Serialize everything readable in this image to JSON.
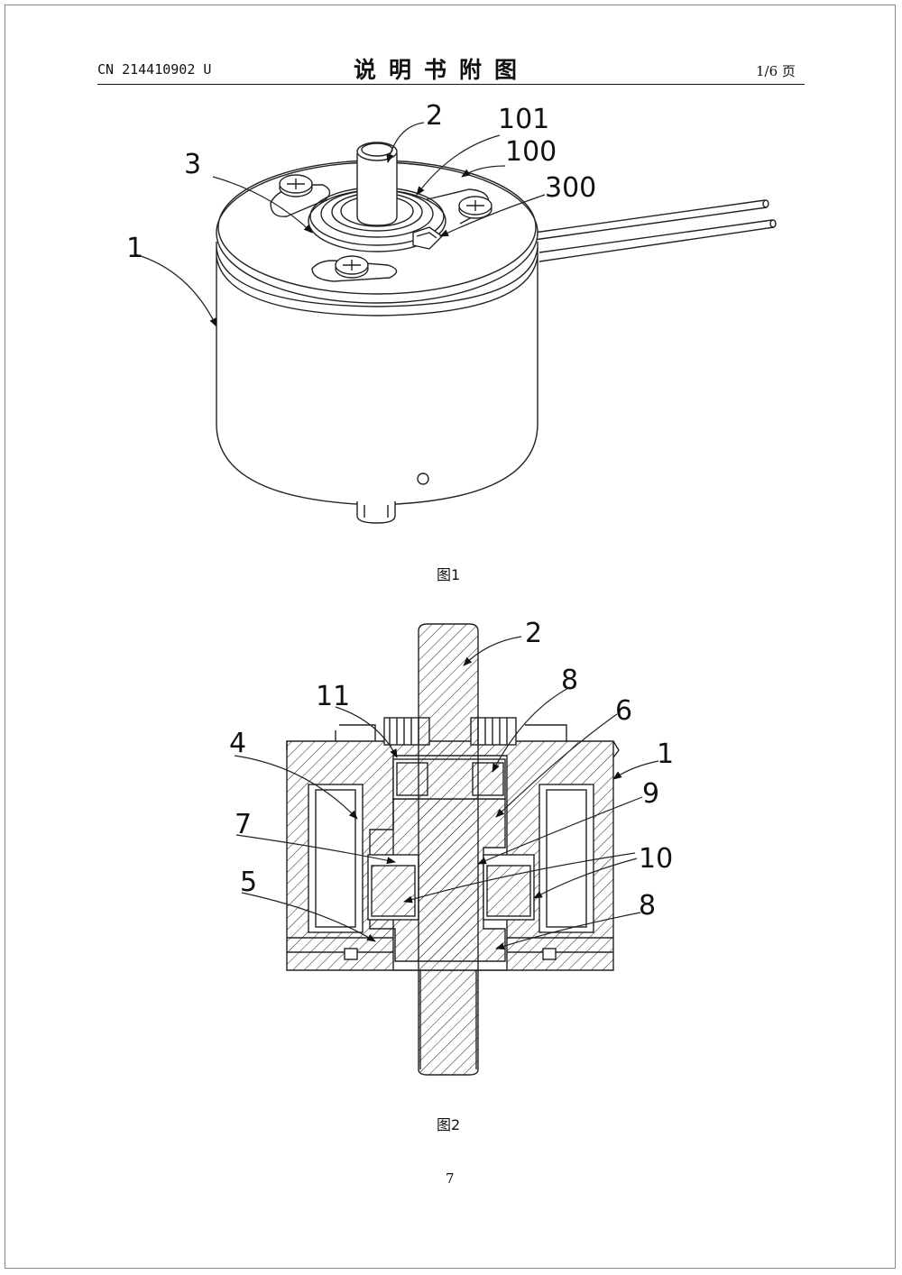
{
  "header": {
    "doc_number": "CN 214410902 U",
    "title": "说明书附图",
    "page_label": "1/6 页"
  },
  "figure1": {
    "caption": "图1",
    "labels": {
      "l1": "1",
      "l2": "2",
      "l3": "3",
      "l100": "100",
      "l101": "101",
      "l300": "300"
    }
  },
  "figure2": {
    "caption": "图2",
    "labels": {
      "l2": "2",
      "l11": "11",
      "l8a": "8",
      "l6": "6",
      "l1": "1",
      "l4": "4",
      "l9": "9",
      "l7": "7",
      "l10": "10",
      "l5": "5",
      "l8b": "8"
    }
  },
  "footer": {
    "page_number": "7"
  }
}
